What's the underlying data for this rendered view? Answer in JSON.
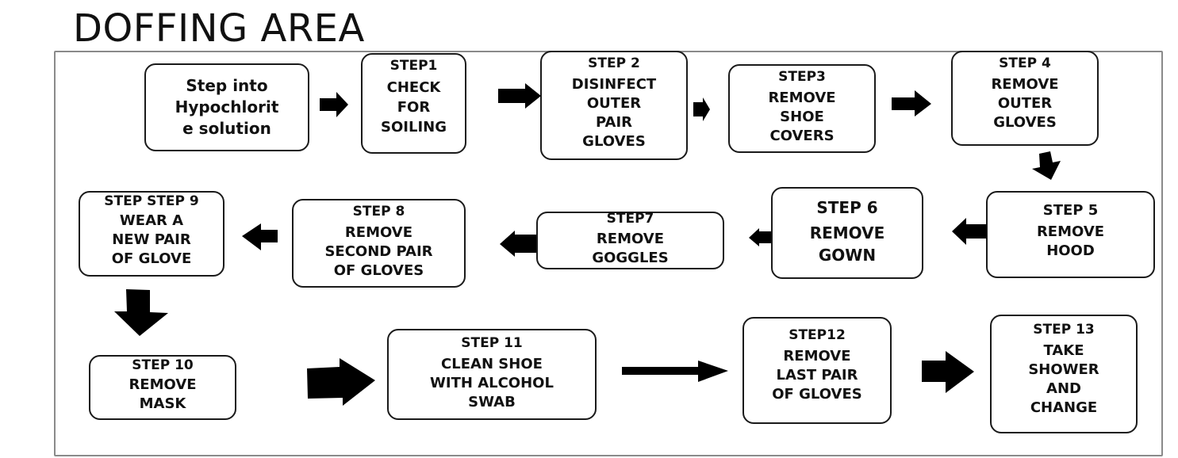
{
  "title": "DOFFING AREA",
  "steps": [
    {
      "id": "start",
      "label": "",
      "text": "Step into\nHypochlorit\ne solution"
    },
    {
      "id": "step1",
      "label": "STEP1",
      "text": "CHECK\nFOR\nSOILING"
    },
    {
      "id": "step2",
      "label": "STEP 2",
      "text": "DISINFECT\nOUTER\nPAIR\nGLOVES"
    },
    {
      "id": "step3",
      "label": "STEP3",
      "text": "REMOVE\nSHOE\nCOVERS"
    },
    {
      "id": "step4",
      "label": "STEP 4",
      "text": "REMOVE\nOUTER\nGLOVES"
    },
    {
      "id": "step5",
      "label": "STEP 5",
      "text": "REMOVE\nHOOD"
    },
    {
      "id": "step6",
      "label": "STEP 6",
      "text": "REMOVE\nGOWN"
    },
    {
      "id": "step7",
      "label": "STEP7",
      "text": "REMOVE\nGOGGLES"
    },
    {
      "id": "step8",
      "label": "STEP 8",
      "text": "REMOVE\nSECOND PAIR\nOF GLOVES"
    },
    {
      "id": "step9",
      "label": "STEP STEP 9",
      "text": "WEAR A\nNEW PAIR\nOF GLOVE"
    },
    {
      "id": "step10",
      "label": "STEP 10",
      "text": "REMOVE\nMASK"
    },
    {
      "id": "step11",
      "label": "STEP 11",
      "text": "CLEAN SHOE\nWITH ALCOHOL\nSWAB"
    },
    {
      "id": "step12",
      "label": "STEP12",
      "text": "REMOVE\nLAST PAIR\nOF GLOVES"
    },
    {
      "id": "step13",
      "label": "STEP 13",
      "text": "TAKE\nSHOWER\nAND\nCHANGE"
    }
  ],
  "flow": [
    {
      "from": "start",
      "to": "step1",
      "direction": "right"
    },
    {
      "from": "step1",
      "to": "step2",
      "direction": "right"
    },
    {
      "from": "step2",
      "to": "step3",
      "direction": "right"
    },
    {
      "from": "step3",
      "to": "step4",
      "direction": "right"
    },
    {
      "from": "step4",
      "to": "step5",
      "direction": "down"
    },
    {
      "from": "step5",
      "to": "step6",
      "direction": "left"
    },
    {
      "from": "step6",
      "to": "step7",
      "direction": "left"
    },
    {
      "from": "step7",
      "to": "step8",
      "direction": "left"
    },
    {
      "from": "step8",
      "to": "step9",
      "direction": "left"
    },
    {
      "from": "step9",
      "to": "step10",
      "direction": "down"
    },
    {
      "from": "step10",
      "to": "step11",
      "direction": "right"
    },
    {
      "from": "step11",
      "to": "step12",
      "direction": "right"
    },
    {
      "from": "step12",
      "to": "step13",
      "direction": "right"
    }
  ],
  "colors": {
    "box_border": "#1a1a1a",
    "arrow": "#000000",
    "frame": "#8a8a8a"
  }
}
